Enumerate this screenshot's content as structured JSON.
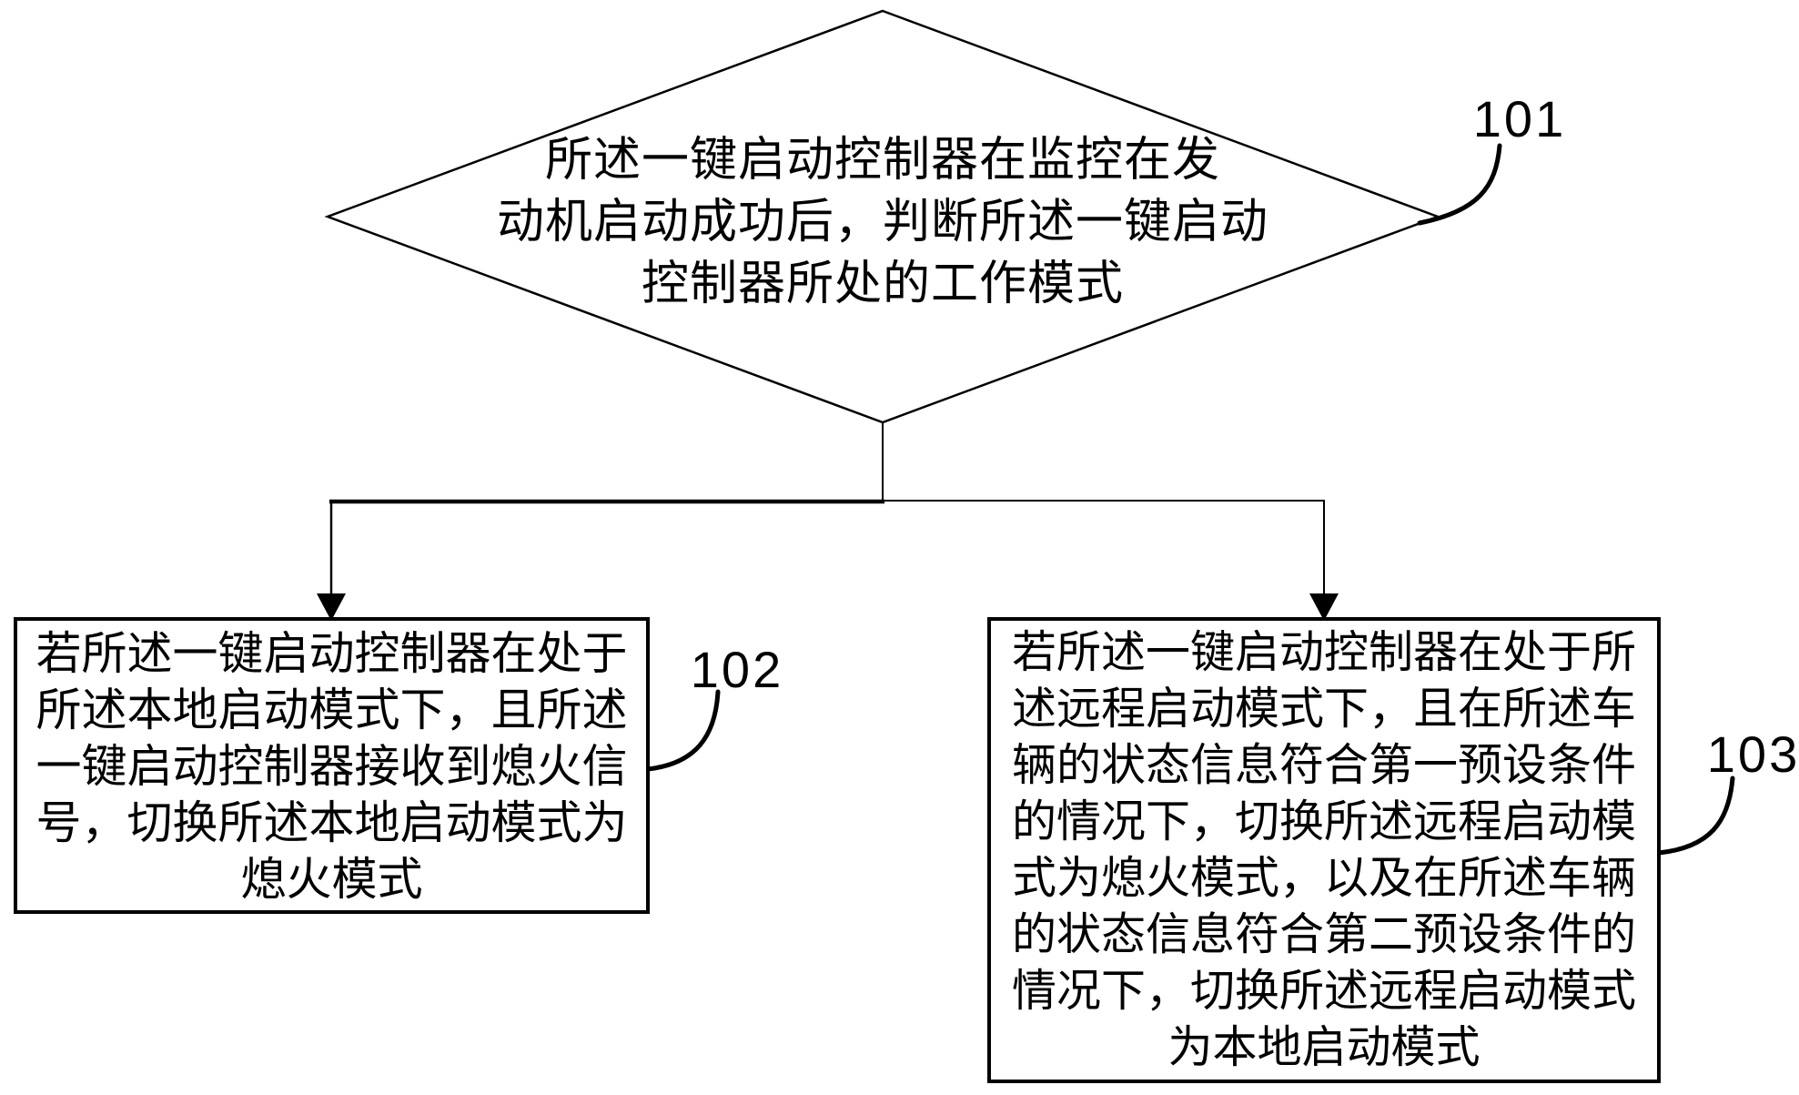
{
  "figure": {
    "background_color": "#ffffff",
    "line_color": "#000000",
    "decision": {
      "ref": "101",
      "lines": [
        "所述一键启动控制器在监控在发",
        "动机启动成功后，判断所述一键启动",
        "控制器所处的工作模式"
      ]
    },
    "left_step": {
      "ref": "102",
      "lines": [
        "若所述一键启动控制器在处于",
        "所述本地启动模式下，且所述",
        "一键启动控制器接收到熄火信",
        "号，切换所述本地启动模式为",
        "熄火模式"
      ]
    },
    "right_step": {
      "ref": "103",
      "lines": [
        "若所述一键启动控制器在处于所",
        "述远程启动模式下，且在所述车",
        "辆的状态信息符合第一预设条件",
        "的情况下，切换所述远程启动模",
        "式为熄火模式，以及在所述车辆",
        "的状态信息符合第二预设条件的",
        "情况下，切换所述远程启动模式",
        "为本地启动模式"
      ]
    }
  }
}
